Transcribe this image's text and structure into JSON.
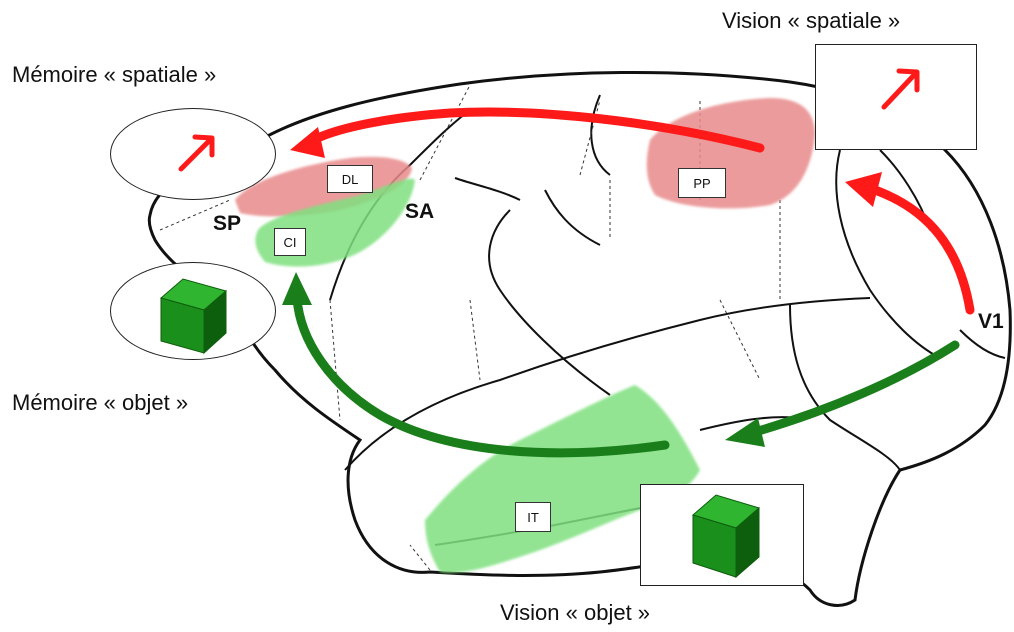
{
  "labels": {
    "memoire_spatiale": "Mémoire « spatiale »",
    "vision_spatiale": "Vision « spatiale »",
    "memoire_objet": "Mémoire « objet »",
    "vision_objet": "Vision « objet »",
    "sp": "SP",
    "sa": "SA",
    "v1": "V1"
  },
  "areas": {
    "dl": "DL",
    "ci": "CI",
    "pp": "PP",
    "it": "IT"
  },
  "colors": {
    "spatial_pathway": "#ff1a1a",
    "object_pathway": "#1a7f1a",
    "spatial_region": "#e88a8a",
    "object_region": "#7fe07f",
    "cube_front": "#1b8f1b",
    "cube_top": "#2fb52f",
    "cube_side": "#0d5e0d"
  },
  "icons": {
    "spatial_symbol": "red-diagonal-arrow-icon",
    "object_symbol": "green-cube-icon"
  }
}
